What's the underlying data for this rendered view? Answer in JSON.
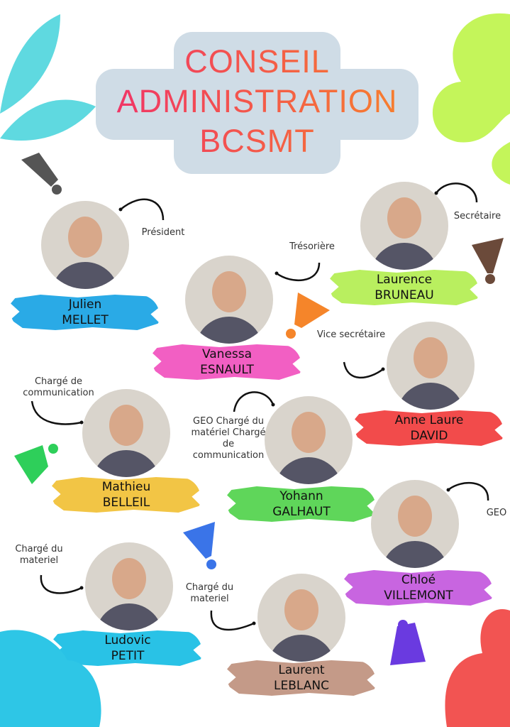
{
  "title": {
    "line1": "CONSEIL",
    "line2": "ADMINISTRATION",
    "line3": "BCSMT"
  },
  "members": [
    {
      "first": "Julien",
      "last": "MELLET",
      "role": "Président",
      "color": "#2aaae6"
    },
    {
      "first": "Vanessa",
      "last": "ESNAULT",
      "role": "Trésorière",
      "color": "#f25fc3"
    },
    {
      "first": "Laurence",
      "last": "BRUNEAU",
      "role": "Secrétaire",
      "color": "#b9ef5f"
    },
    {
      "first": "Anne Laure",
      "last": "DAVID",
      "role": "Vice secrétaire",
      "color": "#f24b4b"
    },
    {
      "first": "Mathieu",
      "last": "BELLEIL",
      "role": "Chargé de communication",
      "color": "#f2c545"
    },
    {
      "first": "Yohann",
      "last": "GALHAUT",
      "role": "GEO Chargé du matériel Chargé de communication",
      "color": "#5fd65a"
    },
    {
      "first": "Chloé",
      "last": "VILLEMONT",
      "role": "GEO",
      "color": "#c865e0"
    },
    {
      "first": "Ludovic",
      "last": "PETIT",
      "role": "Chargé du materiel",
      "color": "#29c2e6"
    },
    {
      "first": "Laurent",
      "last": "LEBLANC",
      "role": "Chargé du materiel",
      "color": "#c49a88"
    }
  ],
  "decor_colors": {
    "leaves": "#5fd9e0",
    "flower": "#c4f55a",
    "blob_left": "#2ec6e6",
    "blob_right": "#f25452"
  }
}
